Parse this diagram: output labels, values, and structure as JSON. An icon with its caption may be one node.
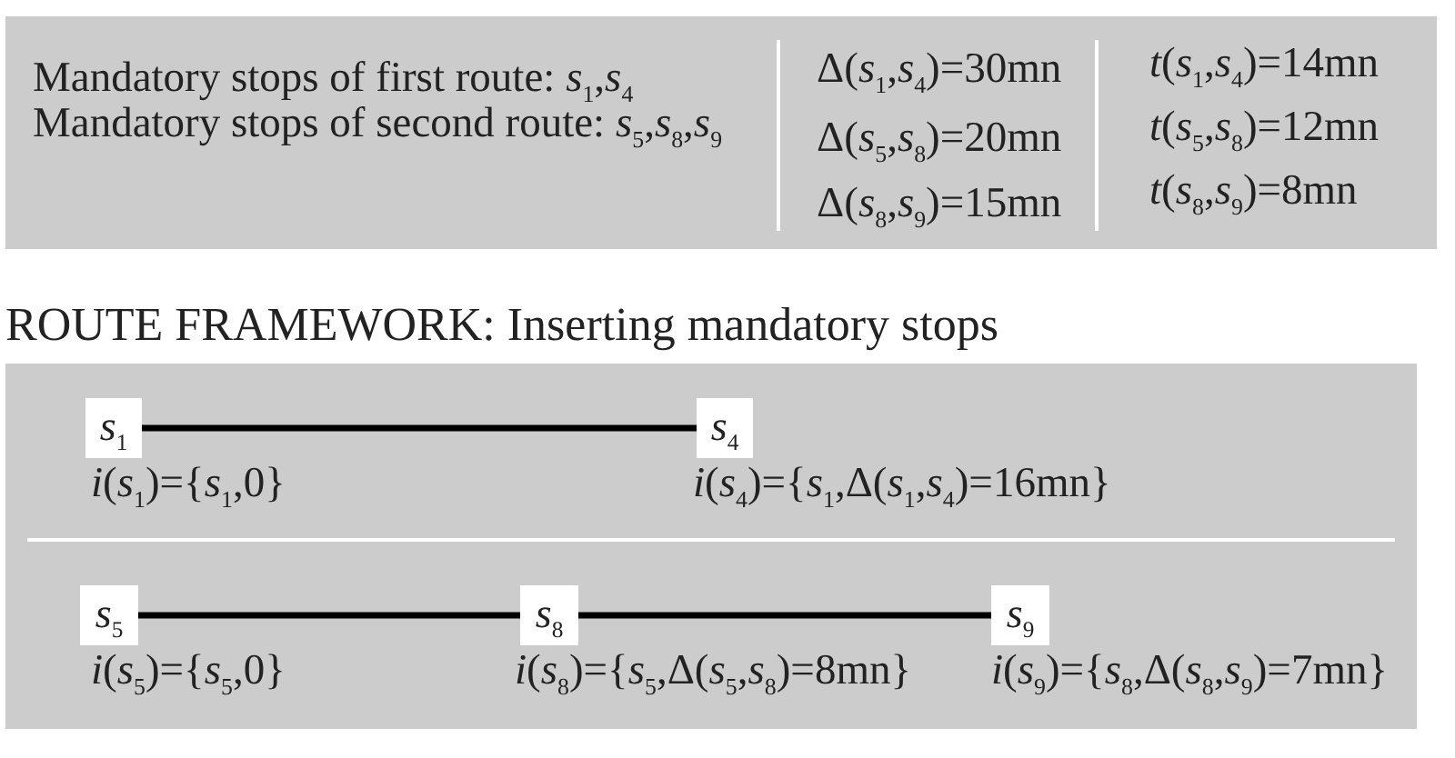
{
  "diagram": {
    "nodes": [
      {
        "text": [
          "Mandatory stops of first route: *s*$_{1}$,*s*$_{4}$",
          "Mandatory stops of second route: *s*$_{5}$,*s*$_{8}$,*s*$_{9}$",
          "Δ(*s*$_{1}$,*s*$_{4}$)=30mn",
          "Δ(*s*$_{5}$,*s*$_{8}$)=20mn",
          "Δ(*s*$_{8}$,*s*$_{9}$)=15mn",
          "*t*(*s*$_{1}$,*s*$_{4}$)=14mn",
          "*t*(*s*$_{5}$,*s*$_{8}$)=12mn",
          "*t*(*s*$_{8}$,*s*$_{9}$)=8mn"
        ]
      },
      {
        "text": [
          "ROUTE FRAMEWORK: Inserting mandatory stops"
        ]
      },
      {
        "text": [
          "*s*$_{1}$"
        ],
        "in": 1,
        "beside": [
          "*i*(*s*$_{1}$)={*s*$_{1}$,0}"
        ]
      },
      {
        "text": [
          "*s*$_{4}$"
        ],
        "in": 1,
        "beside": [
          "*i*(*s*$_{4}$)={*s*$_{1}$,Δ(*s*$_{1}$,*s*$_{4}$)=16mn}"
        ]
      },
      {
        "text": [
          "*s*$_{5}$"
        ],
        "in": 1,
        "beside": [
          "*i*(*s*$_{5}$)={*s*$_{5}$,0}"
        ]
      },
      {
        "text": [
          "*s*$_{8}$"
        ],
        "in": 1,
        "beside": [
          "*i*(*s*$_{8}$)={*s*$_{5}$,Δ(*s*$_{5}$,*s*$_{8}$)=8mn}"
        ]
      },
      {
        "text": [
          "*s*$_{9}$"
        ],
        "in": 1,
        "beside": [
          "*i*(*s*$_{9}$)={*s*$_{8}$,Δ(*s*$_{8}$,*s*$_{9}$)=7mn}"
        ]
      }
    ],
    "edges": [
      {
        "from": 2,
        "to": 3,
        "arrow": "none"
      },
      {
        "from": 4,
        "to": 5,
        "arrow": "none"
      },
      {
        "from": 5,
        "to": 6,
        "arrow": "none"
      }
    ]
  }
}
